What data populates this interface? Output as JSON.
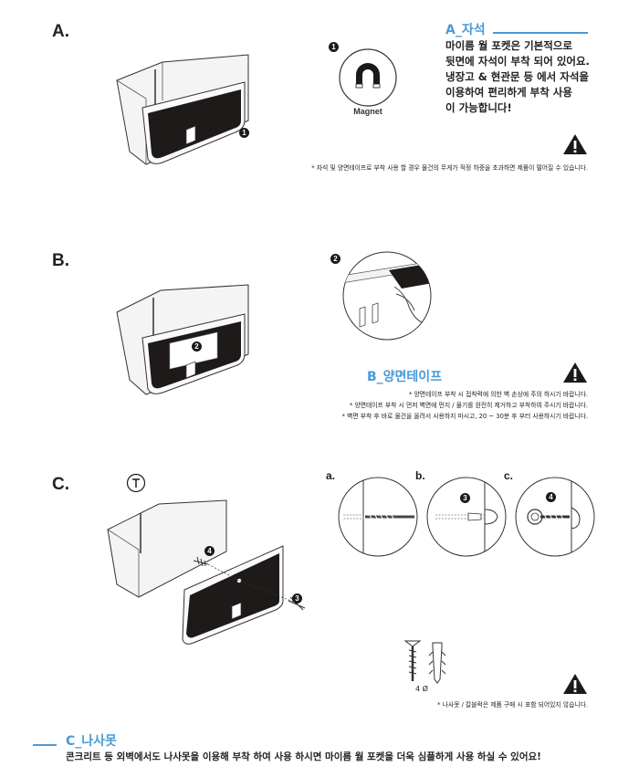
{
  "section_a": {
    "letter": "A.",
    "title": "A_자석",
    "lines": [
      "마이름 월 포켓은 기본적으로",
      "뒷면에 자석이 부착 되어 있어요.",
      "냉장고 & 현관문 등 에서 자석을",
      "이용하여 편리하게 부착 사용",
      "이 가능합니다!"
    ],
    "marker": "1",
    "magnet_label": "Magnet",
    "note": "* 자석 및 양면테이프로 부착 사용 할 경우 물건의 무게가 적정 하중을 초과하면 제품이 떨어질 수 있습니다."
  },
  "section_b": {
    "letter": "B.",
    "title": "B_양면테이프",
    "marker": "2",
    "notes": [
      "* 양면테이프 부착 시 접착력에 의한 벽 손상에 주의 하시기 바랍니다.",
      "* 양면테이프 부착 시 먼저 벽면에 먼지 / 물기를 완전히 제거하고 부착하여 주시기 바랍니다.",
      "* 벽면 부착 후 바로 물건을 올려서 사용하지 마시고, 20 ~ 30분 후 부터 사용하시기 바랍니다."
    ]
  },
  "section_c": {
    "letter": "C.",
    "steps": [
      "a.",
      "b.",
      "c."
    ],
    "marker_screw": "4",
    "marker_anchor": "3",
    "size_label": "4 Ø",
    "note": "* 나사못 / 칼블럭은 제품 구매 시 포함 되어있지 않습니다.",
    "title": "C_나사못",
    "body": "콘크리트 등 외벽에서도 나사못을 이용해 부착 하여 사용 하시면 마이름 월 포켓을 더욱 심플하게 사용 하실 수 있어요!"
  },
  "colors": {
    "accent": "#4a9ad6",
    "pad": "#1e1a1a"
  }
}
